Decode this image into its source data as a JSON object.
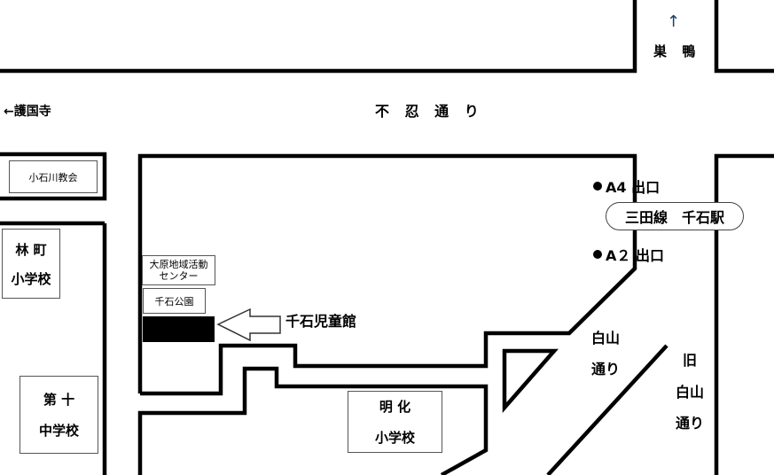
{
  "north_label": {
    "arrow": "↑",
    "text": "巣 鴨"
  },
  "west_label": "←護国寺",
  "main_road": "不 忍 通 り",
  "church": "小石川教会",
  "school_hayashi": {
    "line1": "林 町",
    "line2": "小学校"
  },
  "school_daiju": {
    "line1": "第 十",
    "line2": "中学校"
  },
  "school_meika": {
    "line1": "明 化",
    "line2": "小学校"
  },
  "community_center": {
    "line1": "大原地域活動",
    "line2": "センター"
  },
  "park": "千石公園",
  "target": "千石児童館",
  "station": "三田線　千石駅",
  "exit_a4": "A4 出口",
  "exit_a2": "A２ 出口",
  "hakusan_road": {
    "line1": "白山",
    "line2": "通り"
  },
  "old_hakusan_road": {
    "line1": "旧",
    "line2": "白山",
    "line3": "通り"
  },
  "colors": {
    "road": "#000000",
    "building": "#000000",
    "background": "#ffffff"
  }
}
